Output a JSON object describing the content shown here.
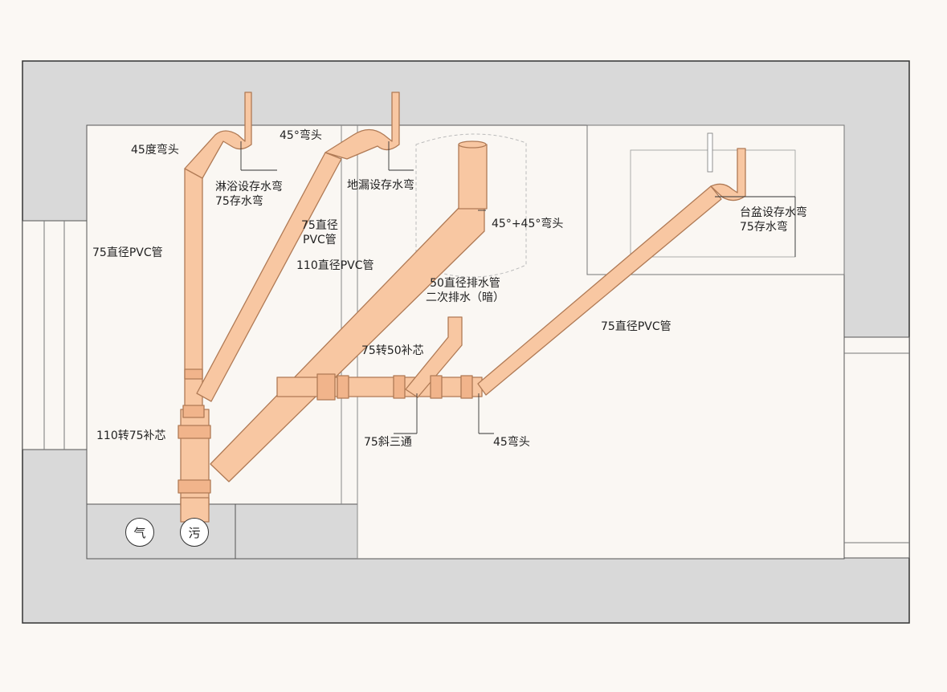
{
  "labels": {
    "elbow_45_left": "45度弯头",
    "elbow_45_top": "45°弯头",
    "shower_trap_1": "淋浴设存水弯",
    "shower_trap_2": "75存水弯",
    "floor_drain_trap": "地漏设存水弯",
    "pipe_75_vertical": "75直径PVC管",
    "pipe_75_diag_1": "75直径",
    "pipe_75_diag_2": "PVC管",
    "pipe_110": "110直径PVC管",
    "elbow_45_45": "45°+45°弯头",
    "basin_trap_1": "台盆设存水弯",
    "basin_trap_2": "75存水弯",
    "drain_50_1": "50直径排水管",
    "drain_50_2": "二次排水（暗）",
    "reducer_75_50": "75转50补芯",
    "pipe_75_right": "75直径PVC管",
    "reducer_110_75": "110转75补芯",
    "tee_75": "75斜三通",
    "elbow_45_bottom": "45弯头",
    "vent_symbol": "气",
    "sewage_symbol": "污"
  },
  "colors": {
    "pipe_fill": "#f8c7a2",
    "pipe_stroke": "#b07a55",
    "wall_fill": "#d9d9d9",
    "wall_stroke": "#333333",
    "floor_fill": "#faf7f3"
  }
}
